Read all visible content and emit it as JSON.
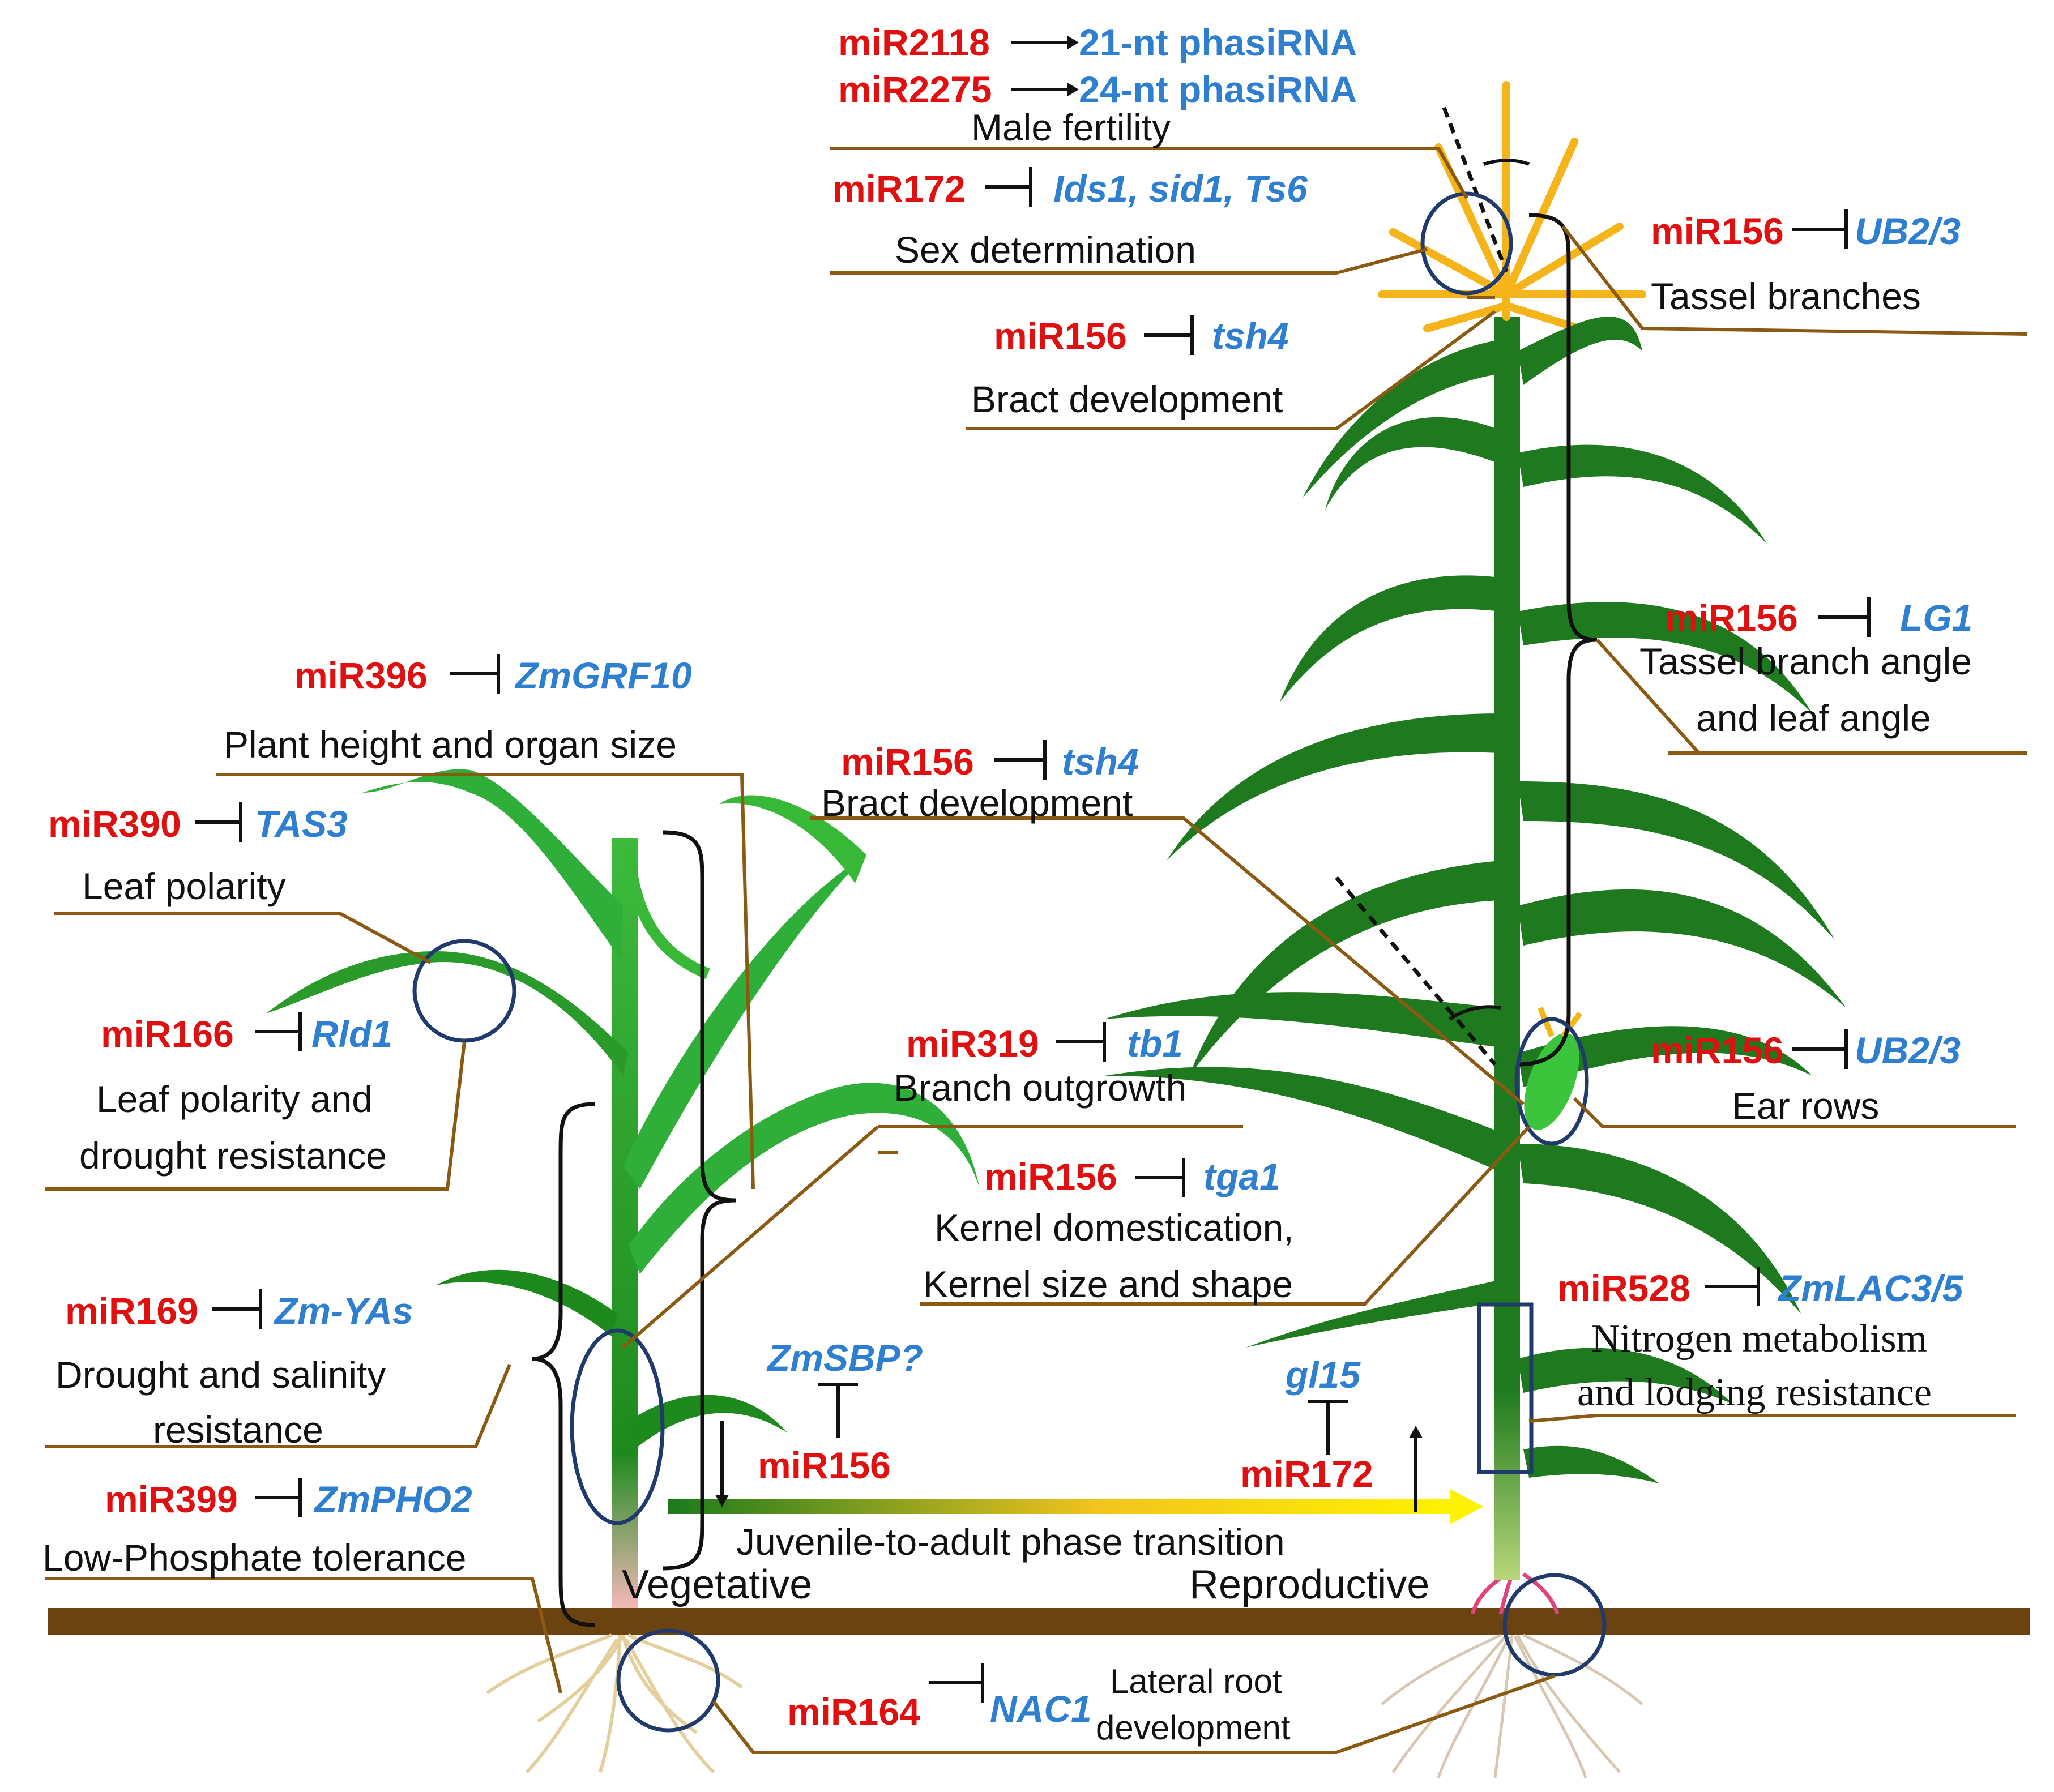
{
  "labels": {
    "top": {
      "mir2118": "miR2118",
      "phasi21": "21-nt phasiRNA",
      "mir2275": "miR2275",
      "phasi24": "24-nt phasiRNA",
      "male_fertility": "Male fertility",
      "mir172_sex": "miR172",
      "sex_genes": "Ids1, sid1, Ts6",
      "sex_determination": "Sex determination",
      "mir156_tassel": "miR156",
      "ub23_tassel": "UB2/3",
      "tassel_branches": "Tassel branches",
      "mir156_bract_top": "miR156",
      "tsh4_top": "tsh4",
      "bract_dev_top": "Bract development"
    },
    "left": {
      "mir396": "miR396",
      "zmgrf10": "ZmGRF10",
      "plant_height": "Plant height and organ size",
      "mir390": "miR390",
      "tas3": "TAS3",
      "leaf_polarity": "Leaf polarity",
      "mir166": "miR166",
      "rld1": "Rld1",
      "leaf_polarity_drought_1": "Leaf polarity and",
      "leaf_polarity_drought_2": "drought resistance",
      "mir169": "miR169",
      "zmyas": "Zm-YAs",
      "drought_salinity_1": "Drought and salinity",
      "drought_salinity_2": "resistance",
      "mir399": "miR399",
      "zmpho2": "ZmPHO2",
      "low_phosphate": "Low-Phosphate tolerance"
    },
    "center": {
      "mir156_bract_mid": "miR156",
      "tsh4_mid": "tsh4",
      "bract_dev_mid": "Bract development",
      "mir319": "miR319",
      "tb1": "tb1",
      "branch_outgrowth": "Branch outgrowth",
      "mir156_kernel": "miR156",
      "tga1": "tga1",
      "kernel_1": "Kernel domestication,",
      "kernel_2": "Kernel size and shape",
      "zmsbp": "ZmSBP?",
      "mir156_phase": "miR156",
      "gl15": "gl15",
      "mir172_phase": "miR172",
      "phase_transition": "Juvenile-to-adult phase transition",
      "vegetative": "Vegetative",
      "reproductive": "Reproductive",
      "mir164": "miR164",
      "nac1": "NAC1",
      "lateral_root_1": "Lateral root",
      "lateral_root_2": "development"
    },
    "right": {
      "mir156_lg1": "miR156",
      "lg1": "LG1",
      "tassel_angle_1": "Tassel branch angle",
      "tassel_angle_2": "and leaf angle",
      "mir156_ear": "miR156",
      "ub23_ear": "UB2/3",
      "ear_rows": "Ear rows",
      "mir528": "miR528",
      "zmlac35": "ZmLAC3/5",
      "nitrogen_1": "Nitrogen metabolism",
      "nitrogen_2": "and lodging resistance"
    }
  },
  "colors": {
    "mirna": "#e01010",
    "gene": "#2f7fd0",
    "leader_line": "#8a5a12",
    "ground": "#6b4310",
    "leaf_dark": "#1f7a1f",
    "leaf_light": "#2fae3a",
    "tassel": "#f5b41a",
    "circle": "#1f3a6b"
  }
}
